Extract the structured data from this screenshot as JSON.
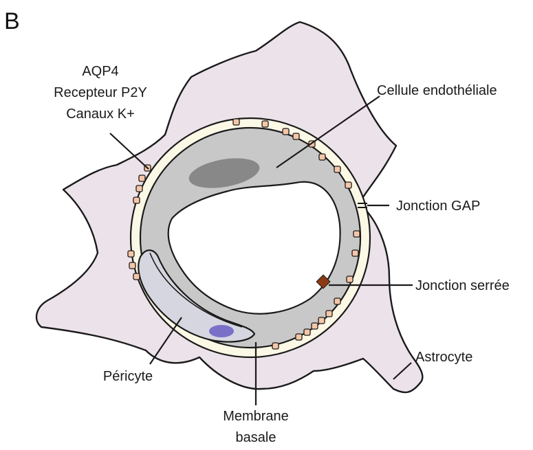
{
  "panel_letter": "B",
  "labels": {
    "aqp4": "AQP4",
    "p2y": "Recepteur P2Y",
    "k_channels": "Canaux K+",
    "endothelial": "Cellule endothéliale",
    "gap_junction": "Jonction GAP",
    "tight_junction": "Jonction serrée",
    "astrocyte": "Astrocyte",
    "pericyte": "Péricyte",
    "membrane_line1": "Membrane",
    "membrane_line2": "basale"
  },
  "colors": {
    "astrocyte_fill": "#ece2ea",
    "basement_membrane": "#fbf8e6",
    "endothelium": "#c8c8c8",
    "pericyte": "#d6d6e0",
    "nucleus_endo": "#888888",
    "nucleus_pericyte": "#7a70c8",
    "channel_dot": "#f6c6a8",
    "tight_junction": "#8b3a14",
    "outline": "#1a1a1a"
  }
}
